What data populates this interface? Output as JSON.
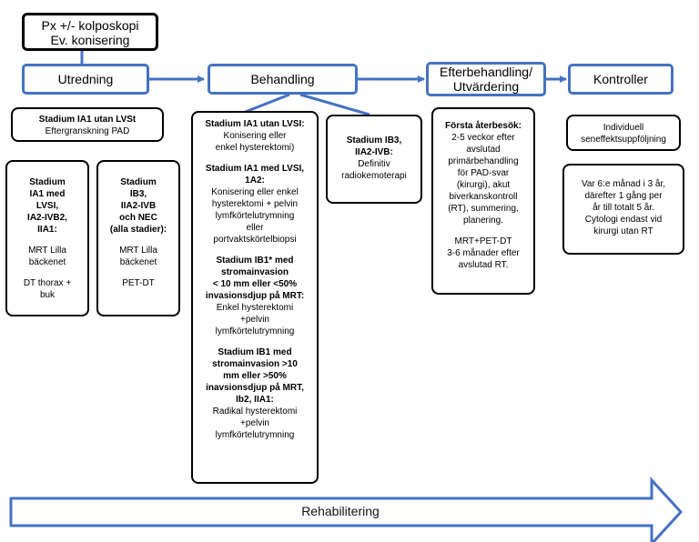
{
  "start": {
    "line1": "Px +/- kolposkopi",
    "line2": "Ev. konisering"
  },
  "stages": {
    "utredning": "Utredning",
    "behandling": "Behandling",
    "efterbehandling_1": "Efterbehandling/",
    "efterbehandling_2": "Utvärdering",
    "kontroller": "Kontroller"
  },
  "utredning": {
    "ia1": {
      "title": "Stadium IA1 utan LVSt",
      "text": "Eftergranskning PAD"
    },
    "left": {
      "title_lines": [
        "Stadium",
        "IA1 med",
        "LVSI,",
        "IA2-IVB2,",
        "IIA1:"
      ],
      "item1_lines": [
        "MRT Lilla",
        "bäckenet"
      ],
      "item2_lines": [
        "DT thorax +",
        "buk"
      ]
    },
    "right": {
      "title_lines": [
        "Stadium",
        "IB3,",
        "IIA2-IVB",
        "och NEC",
        "(alla stadier):"
      ],
      "item1_lines": [
        "MRT Lilla",
        "bäckenet"
      ],
      "item2": "PET-DT"
    }
  },
  "behandling": {
    "main": {
      "s1_title": "Stadium IA1 utan LVSI:",
      "s1_text": [
        "Konisering eller",
        "enkel hysterektomi)"
      ],
      "s2_title": [
        "Stadium IA1 med LVSI,",
        "1A2:"
      ],
      "s2_text": [
        "Konisering eller enkel",
        "hysterektomi + pelvin",
        "lymfkörtelutrymning",
        "eller",
        "portvaktskörtelbiopsi"
      ],
      "s3_title": [
        "Stadium IB1* med",
        "stromainvasion",
        "< 10 mm eller <50%",
        "invasionsdjup på MRT:"
      ],
      "s3_text": [
        "Enkel hysterektomi",
        "+pelvin",
        "lymfkörtelutrymning"
      ],
      "s4_title": [
        "Stadium IB1 med",
        "stromainvasion >10",
        "mm eller >50%",
        "inavsionsdjup på MRT,",
        "Ib2, IIA1:"
      ],
      "s4_text": [
        "Radikal hysterektomi",
        "+pelvin",
        "lymfkörtelutrymning"
      ]
    },
    "side": {
      "title_lines": [
        "Stadium IB3,",
        "IIA2-IVB:"
      ],
      "text_lines": [
        "Definitiv",
        "radiokemoterapi"
      ]
    }
  },
  "efterbehandling": {
    "title": "Första återbesök:",
    "text_lines": [
      "2-5 veckor efter",
      "avslutad",
      "primärbehandling",
      "för PAD-svar",
      "(kirurgi), akut",
      "biverkanskontroll",
      "(RT), summering,",
      "planering."
    ],
    "text2_lines": [
      "MRT+PET-DT",
      "3-6 månader efter",
      "avslutad RT."
    ]
  },
  "kontroller": {
    "box1_lines": [
      "Individuell",
      "seneffektsuppföljning"
    ],
    "box2_lines": [
      "Var 6:e månad i 3 år,",
      "därefter 1 gång per",
      "år till totalt 5 år.",
      "Cytologi endast vid",
      "kirurgi utan RT"
    ]
  },
  "rehab": "Rehabilitering",
  "colors": {
    "accent": "#4472C4",
    "border": "#000000"
  }
}
